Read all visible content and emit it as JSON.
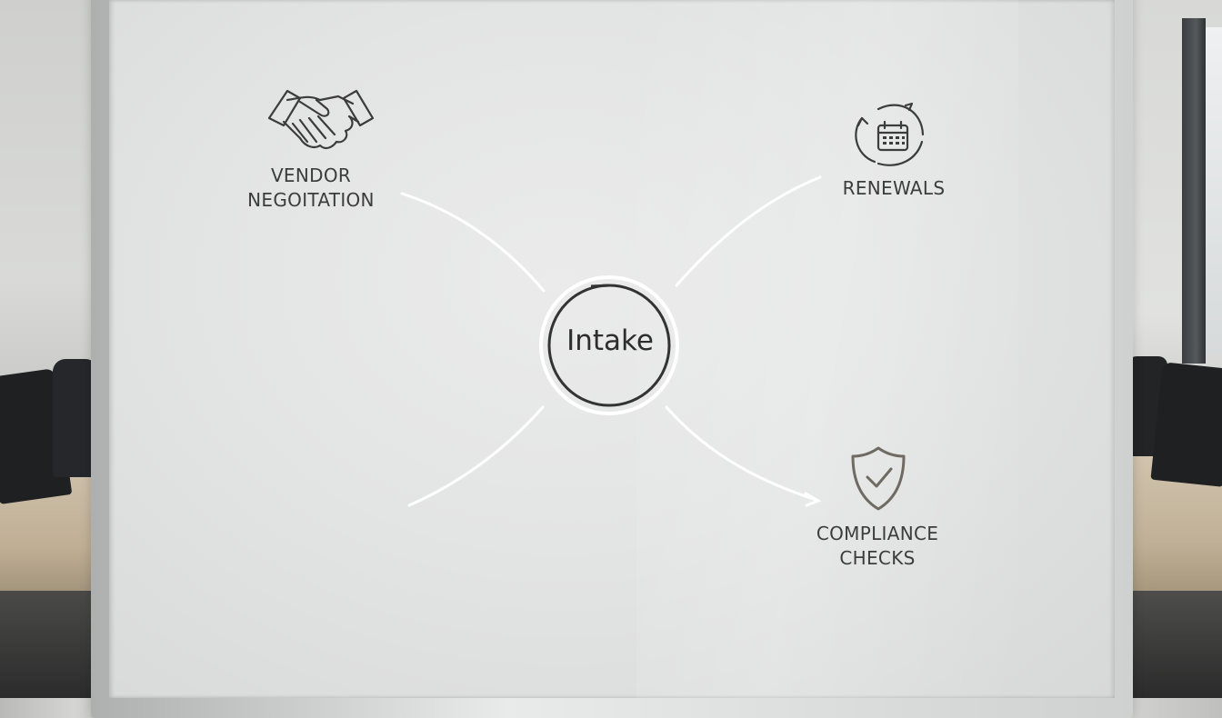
{
  "diagram": {
    "center": {
      "label": "Intake"
    },
    "branches": [
      {
        "label_lines": [
          "VENDOR",
          "NEGOITATION"
        ],
        "icon": "handshake-icon"
      },
      {
        "label_lines": [
          "RENEWALS"
        ],
        "icon": "calendar-refresh-icon"
      },
      {
        "label_lines": [
          "COMPLIANCE",
          "CHECKS"
        ],
        "icon": "shield-check-icon"
      }
    ]
  },
  "colors": {
    "ink": "#3c3c3c",
    "highlight": "#ffffff",
    "board": "#e4e5e5"
  }
}
